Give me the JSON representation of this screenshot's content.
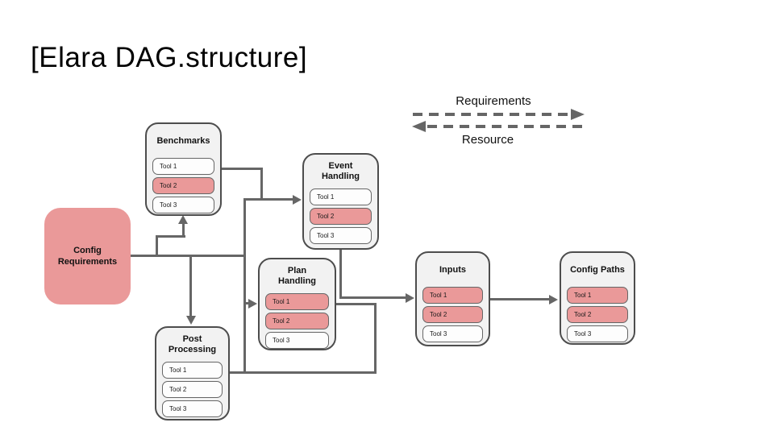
{
  "page": {
    "title": "[Elara DAG.structure]"
  },
  "legend": {
    "requirements_label": "Requirements",
    "resource_label": "Resource"
  },
  "colors": {
    "highlight": "#ea9999",
    "node_fill": "#f2f2f2",
    "pill_fill": "#fdfdfd",
    "line": "#666666",
    "border": "#4d4d4d"
  },
  "nodes": {
    "config_requirements": {
      "title": "Config Requirements"
    },
    "benchmarks": {
      "title": "Benchmarks",
      "tools": [
        {
          "label": "Tool 1",
          "state": "normal"
        },
        {
          "label": "Tool 2",
          "state": "highlighted"
        },
        {
          "label": "Tool 3",
          "state": "normal"
        }
      ]
    },
    "event_handling": {
      "title": "Event Handling",
      "tools": [
        {
          "label": "Tool 1",
          "state": "normal"
        },
        {
          "label": "Tool 2",
          "state": "highlighted"
        },
        {
          "label": "Tool 3",
          "state": "normal"
        }
      ]
    },
    "plan_handling": {
      "title": "Plan Handling",
      "tools": [
        {
          "label": "Tool 1",
          "state": "highlighted"
        },
        {
          "label": "Tool 2",
          "state": "highlighted"
        },
        {
          "label": "Tool 3",
          "state": "normal"
        }
      ]
    },
    "post_processing": {
      "title": "Post Processing",
      "tools": [
        {
          "label": "Tool 1",
          "state": "normal"
        },
        {
          "label": "Tool 2",
          "state": "normal"
        },
        {
          "label": "Tool 3",
          "state": "normal"
        }
      ]
    },
    "inputs": {
      "title": "Inputs",
      "tools": [
        {
          "label": "Tool 1",
          "state": "highlighted"
        },
        {
          "label": "Tool 2",
          "state": "highlighted"
        },
        {
          "label": "Tool 3",
          "state": "normal"
        }
      ]
    },
    "config_paths": {
      "title": "Config Paths",
      "tools": [
        {
          "label": "Tool 1",
          "state": "highlighted"
        },
        {
          "label": "Tool 2",
          "state": "highlighted"
        },
        {
          "label": "Tool 3",
          "state": "normal"
        }
      ]
    }
  },
  "edges": [
    {
      "from": "config_requirements",
      "to": "benchmarks",
      "arrow": true
    },
    {
      "from": "config_requirements",
      "to": "event_handling",
      "arrow": true
    },
    {
      "from": "config_requirements",
      "to": "plan_handling",
      "arrow": true
    },
    {
      "from": "config_requirements",
      "to": "post_processing",
      "arrow": true
    },
    {
      "from": "benchmarks",
      "to": "event_handling",
      "arrow": true
    },
    {
      "from": "event_handling",
      "to": "inputs",
      "arrow": true
    },
    {
      "from": "post_processing",
      "to": "plan_handling",
      "arrow": false
    },
    {
      "from": "inputs",
      "to": "config_paths",
      "arrow": true
    }
  ]
}
